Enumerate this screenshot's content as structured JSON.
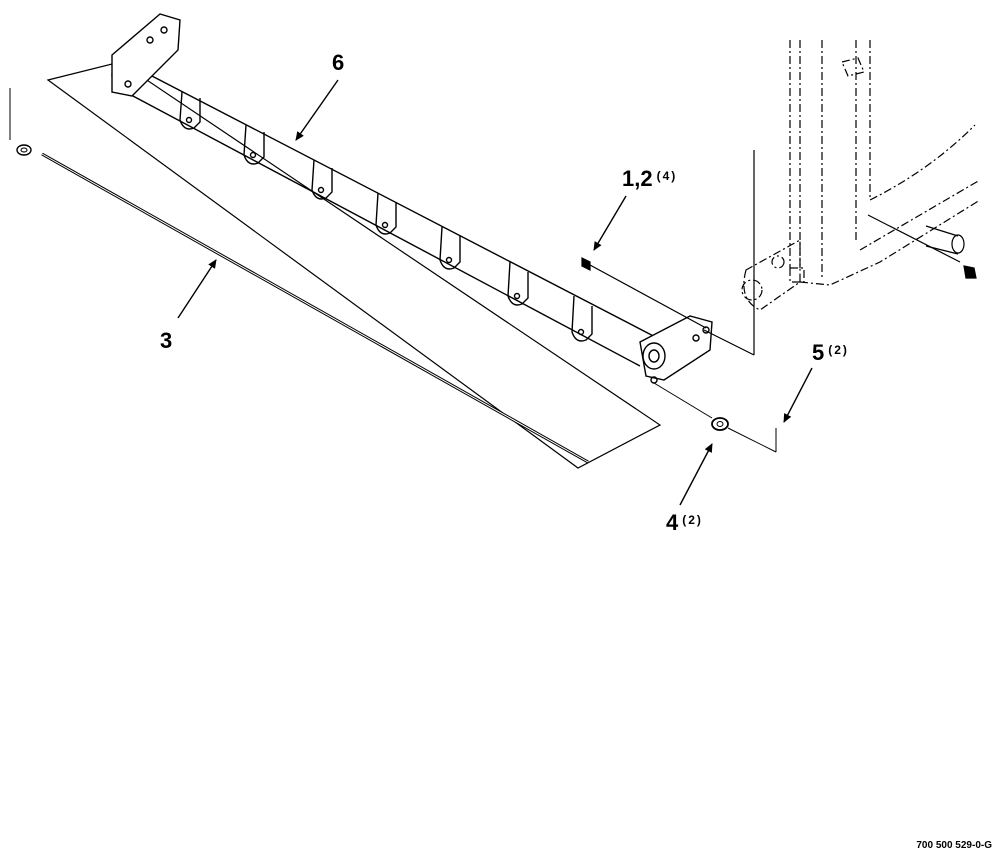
{
  "callouts": [
    {
      "id": "6",
      "number": "6",
      "qty": ""
    },
    {
      "id": "3",
      "number": "3",
      "qty": ""
    },
    {
      "id": "12",
      "number": "1,2",
      "qty": "(4)"
    },
    {
      "id": "5",
      "number": "5",
      "qty": "(2)"
    },
    {
      "id": "4",
      "number": "4",
      "qty": "(2)"
    }
  ],
  "drawing_number": "700 500 529-0-G",
  "colors": {
    "line": "#000000",
    "background": "#ffffff"
  }
}
